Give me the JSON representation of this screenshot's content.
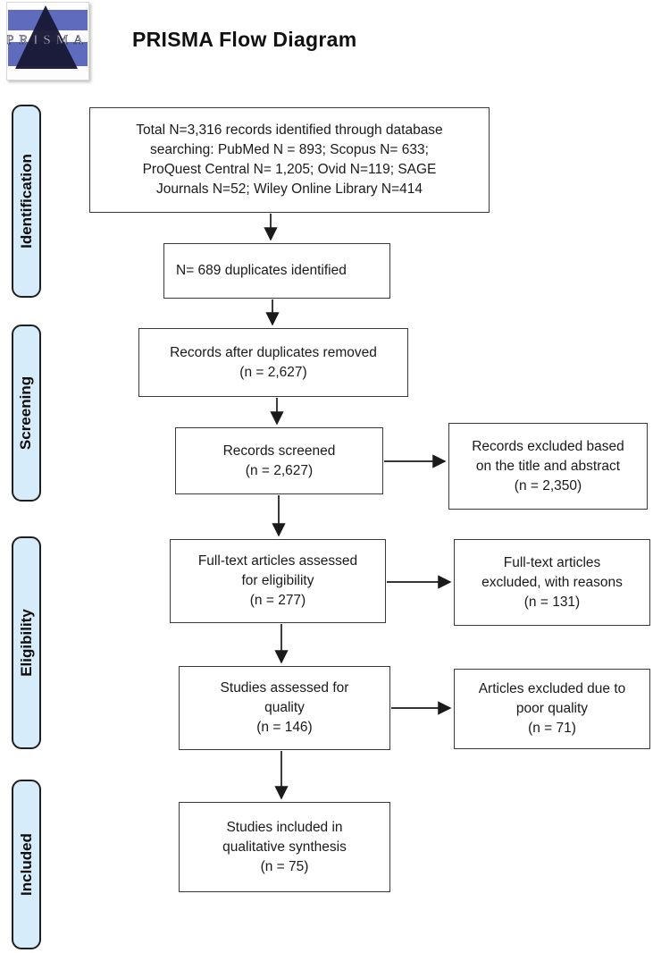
{
  "header": {
    "title": "PRISMA Flow Diagram",
    "logo": {
      "text": "PRISMA"
    }
  },
  "sidebar": {
    "items": [
      {
        "label": "Identification"
      },
      {
        "label": "Screening"
      },
      {
        "label": "Eligibility"
      },
      {
        "label": "Included"
      }
    ]
  },
  "diagram": {
    "nodes": {
      "identified": {
        "text": "Total N=3,316 records identified through database\nsearching: PubMed N = 893; Scopus N= 633;\nProQuest Central N= 1,205; Ovid N=119; SAGE\nJournals N=52; Wiley Online Library N=414"
      },
      "duplicates": {
        "text": "N= 689 duplicates identified"
      },
      "after_duplicates": {
        "text": "Records after duplicates removed\n(n = 2,627)"
      },
      "screened": {
        "text": "Records screened\n(n = 2,627)"
      },
      "excluded_title_abstract": {
        "text": "Records excluded based\non the title and abstract\n(n = 2,350)"
      },
      "fulltext_assessed": {
        "text": "Full-text articles assessed\nfor eligibility\n(n = 277)"
      },
      "fulltext_excluded": {
        "text": "Full-text articles\nexcluded, with reasons\n(n = 131)"
      },
      "quality_assessed": {
        "text": "Studies assessed for\nquality\n(n = 146)"
      },
      "quality_excluded": {
        "text": "Articles excluded due to\npoor quality\n(n = 71)"
      },
      "included_synthesis": {
        "text": "Studies included in\nqualitative synthesis\n(n = 75)"
      }
    }
  },
  "colors": {
    "sidebar_fill": "#d6ecfb",
    "sidebar_border": "#1f1f1f",
    "box_fill": "#ffffff",
    "box_border": "#3a3a3a",
    "arrow": "#1a1a1a",
    "text": "#1a1a1a",
    "logo_blue": "#5f6cbe",
    "logo_triangle": "#181836",
    "logo_text": "#c9c9d6"
  }
}
